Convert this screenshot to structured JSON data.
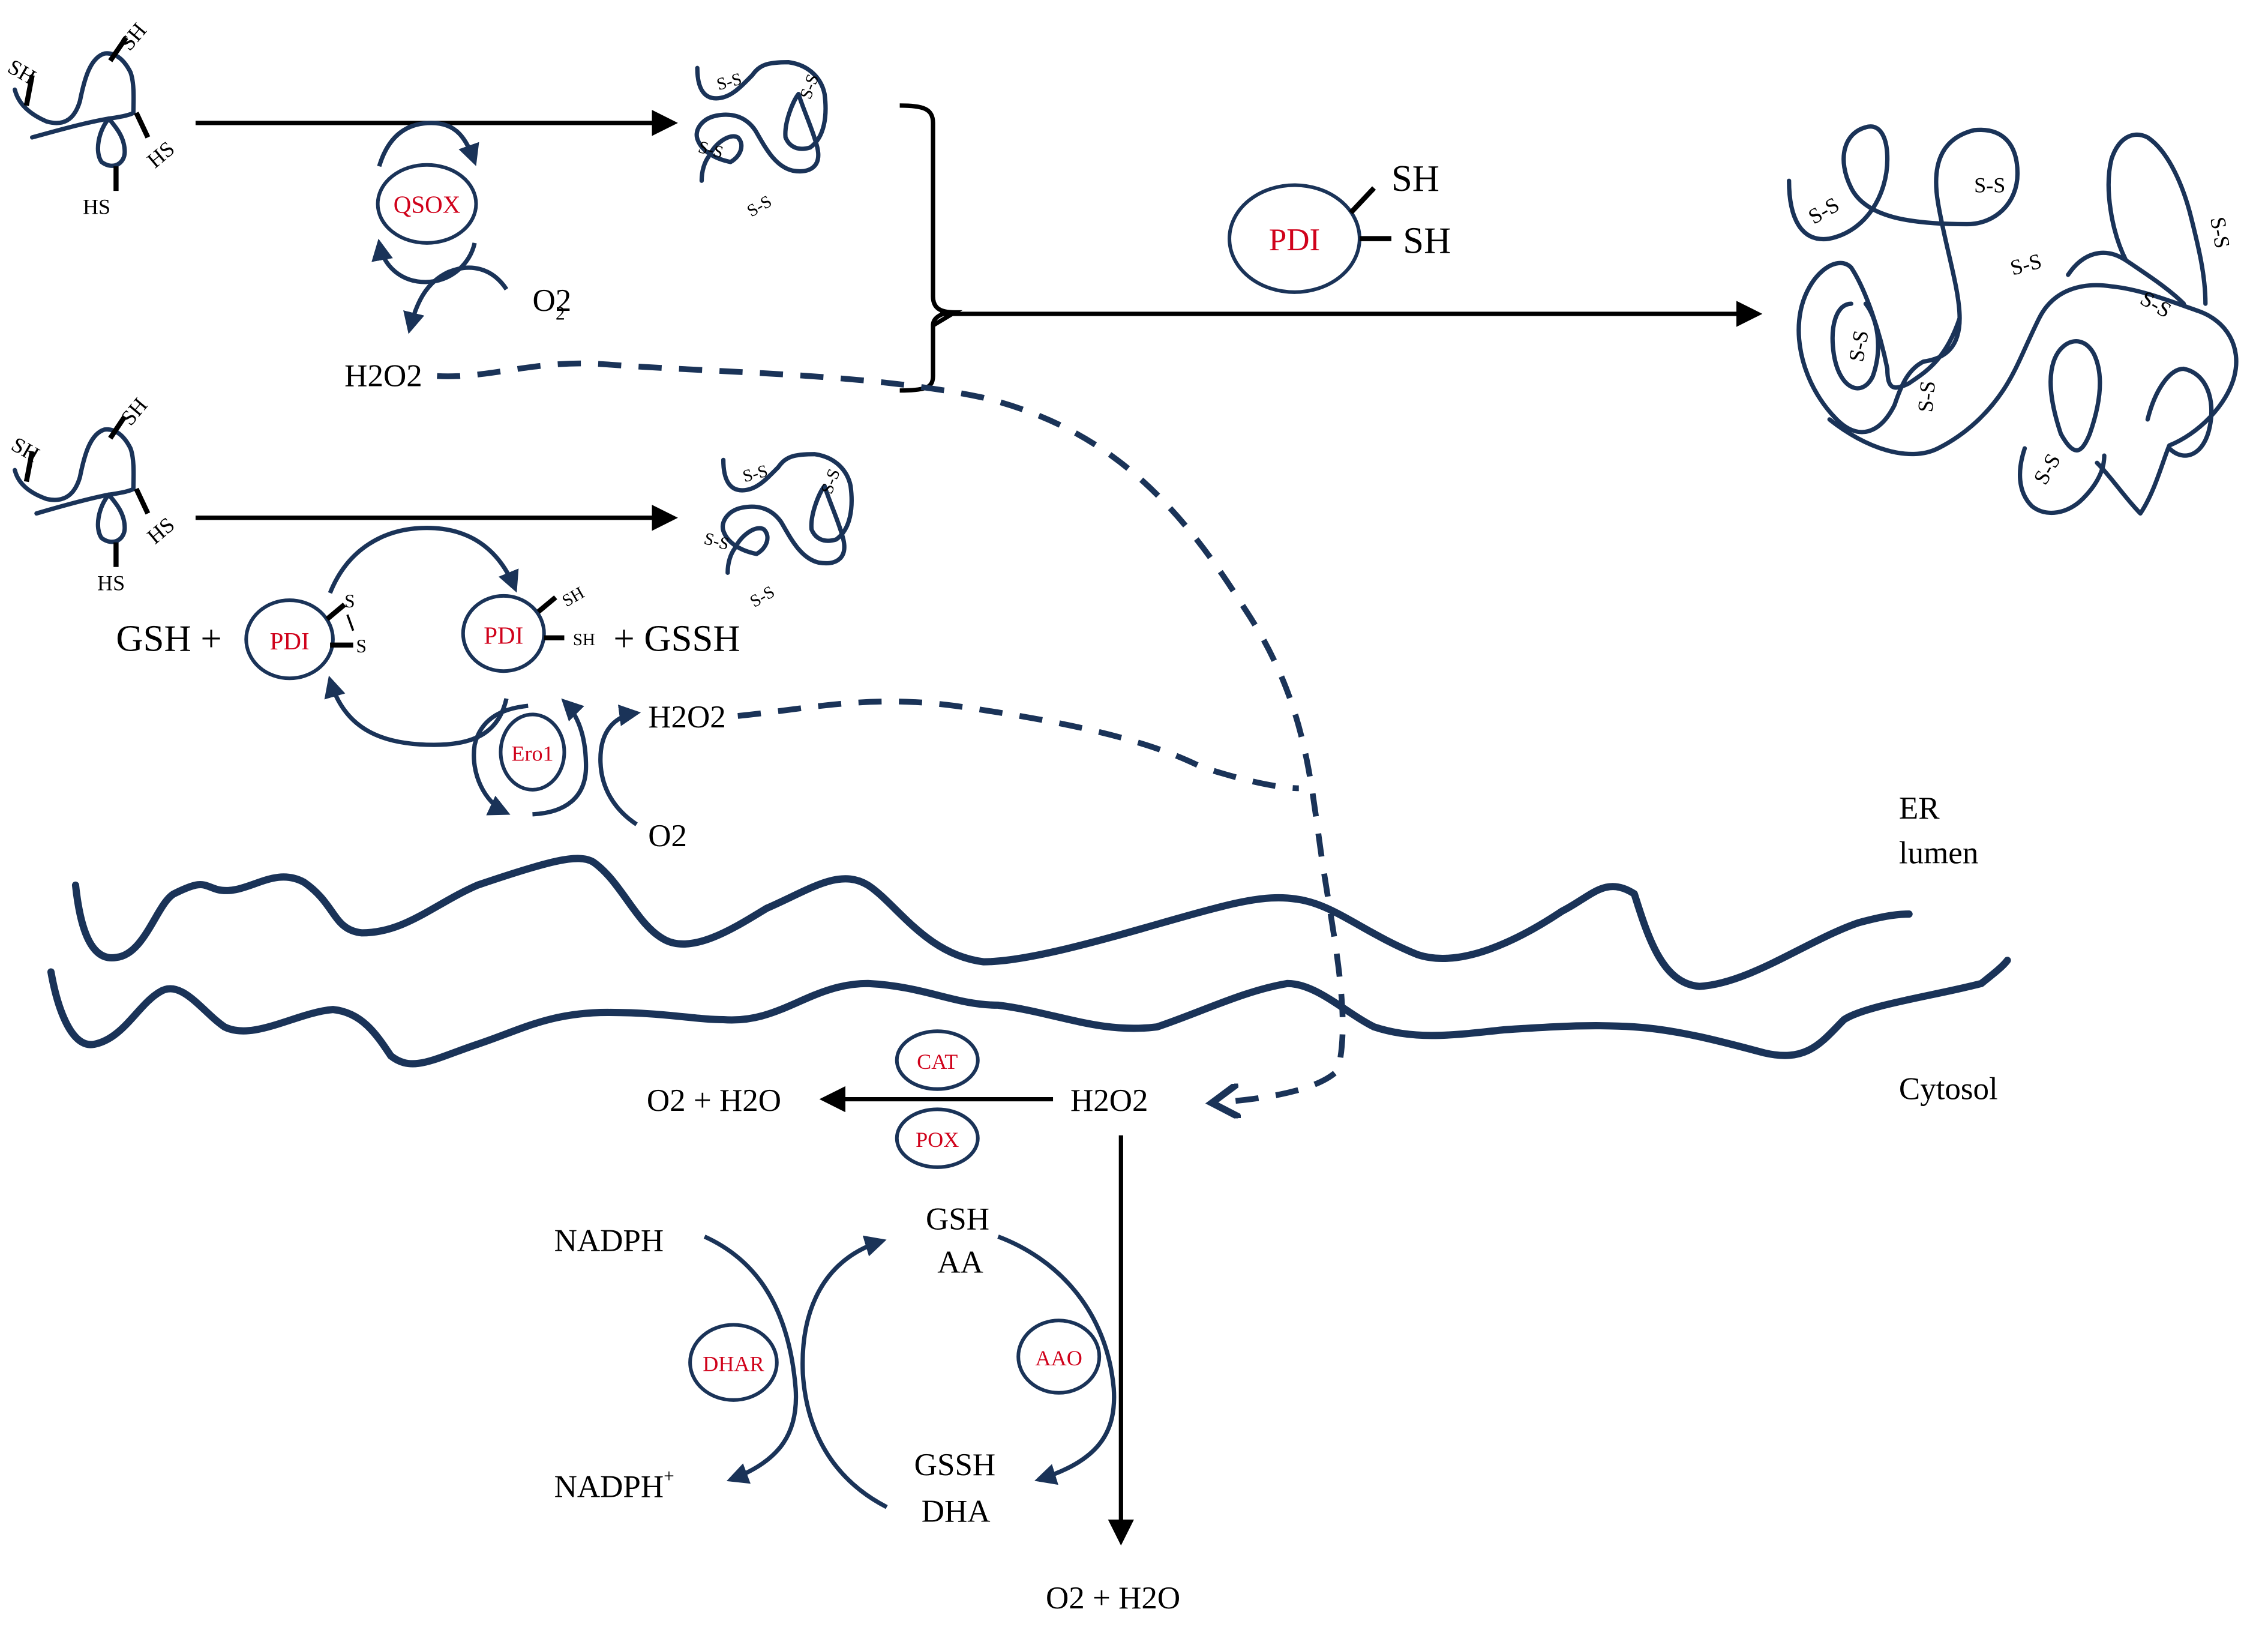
{
  "colors": {
    "enzyme_text": "#d0021b",
    "chain": "#1a3358",
    "text": "#000000",
    "background": "#ffffff"
  },
  "top_pathway": {
    "unfolded_thiols": [
      "SH",
      "SH",
      "HS",
      "HS"
    ],
    "enzyme": "QSOX",
    "oxidant": "O2",
    "byproduct": "H2O2"
  },
  "middle_pathway": {
    "unfolded_thiols": [
      "SH",
      "SH",
      "HS",
      "HS"
    ],
    "reductant_left": "GSH +",
    "pdi_oxidized": {
      "label": "PDI",
      "groups": [
        "S",
        "S"
      ]
    },
    "pdi_reduced": {
      "label": "PDI",
      "groups": [
        "SH",
        "SH"
      ]
    },
    "product_right": "+ GSSH",
    "reoxidizer": "Ero1",
    "oxidant": "O2",
    "byproduct": "H2O2"
  },
  "partial_fold": {
    "bond_label": "S-S"
  },
  "isomerization": {
    "enzyme": "PDI",
    "groups": [
      "SH",
      "SH"
    ]
  },
  "native_fold": {
    "bond_label": "S-S"
  },
  "compartments": {
    "er": "ER",
    "er_2": "lumen",
    "cytosol": "Cytosol"
  },
  "cytosol_detox": {
    "h2o2": "H2O2",
    "product_left": "O2 + H2O",
    "enzymes_left": [
      "CAT",
      "POX"
    ],
    "product_down": "O2 + H2O"
  },
  "redox_cycle": {
    "nadph": "NADPH",
    "nadph_plus": "NADPH",
    "plus_sup": "+",
    "reduced_1": "GSH",
    "reduced_2": "AA",
    "oxidized_1": "GSSH",
    "oxidized_2": "DHA",
    "enzyme_left": "DHAR",
    "enzyme_right": "AAO"
  },
  "subscripts": {
    "two": "2"
  }
}
